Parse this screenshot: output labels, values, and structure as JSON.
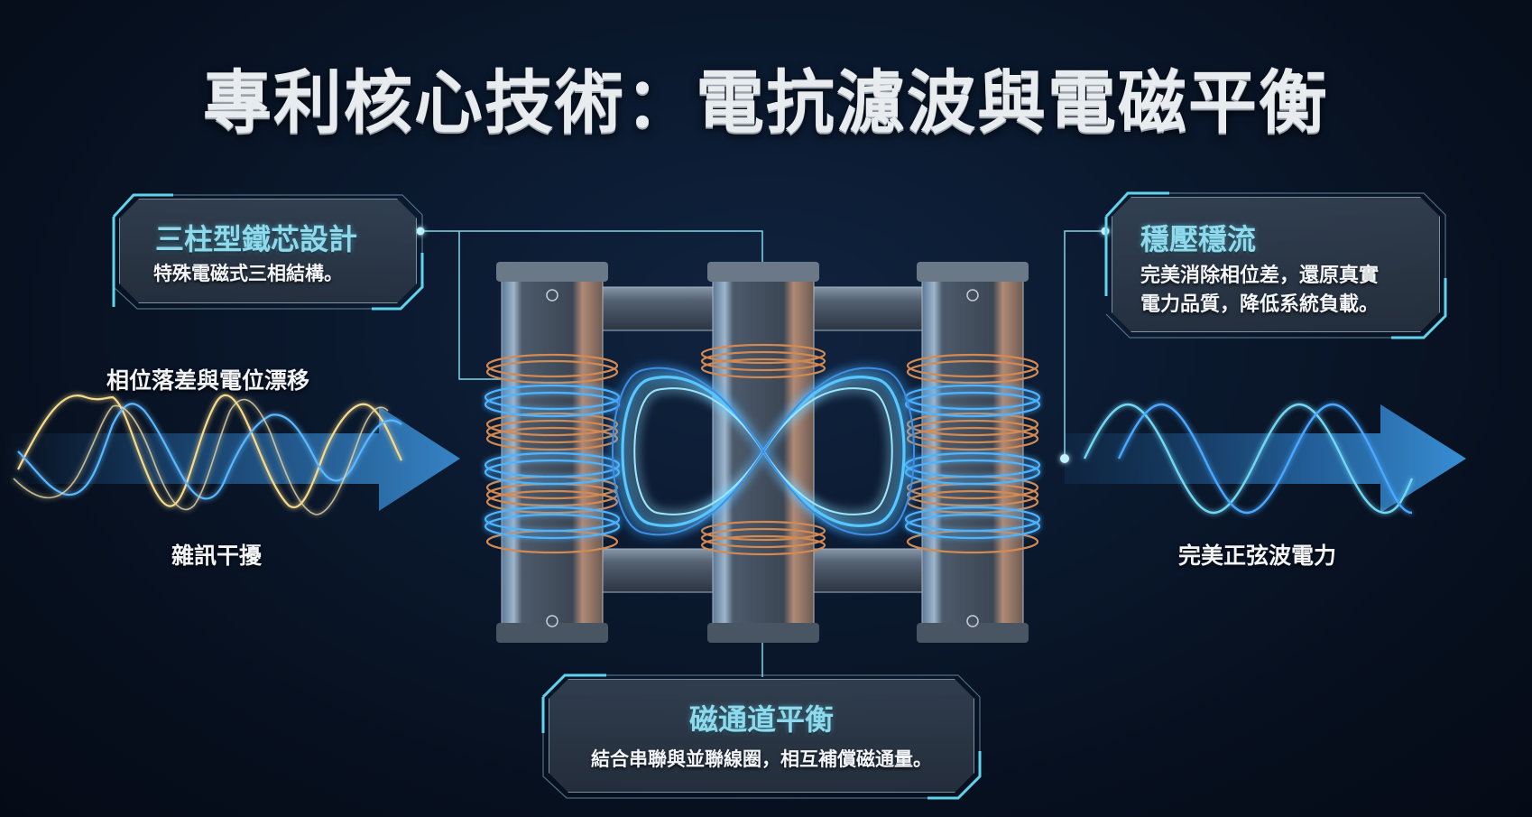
{
  "title": "專利核心技術：電抗濾波與電磁平衡",
  "panels": {
    "core_design": {
      "title": "三柱型鐵芯設計",
      "description": "特殊電磁式三相結構。"
    },
    "stable_output": {
      "title": "穩壓穩流",
      "description_line1": "完美消除相位差，還原真實",
      "description_line2": "電力品質，降低系統負載。"
    },
    "flux_balance": {
      "title": "磁通道平衡",
      "description": "結合串聯與並聯線圈，相互補償磁通量。"
    }
  },
  "input_signal": {
    "label_top": "相位落差與電位漂移",
    "label_bottom": "雜訊干擾"
  },
  "output_signal": {
    "label": "完美正弦波電力"
  },
  "colors": {
    "background": "#07101f",
    "accent_cyan": "#5fd4ec",
    "flux_blue": "#4aa8ff",
    "coil_copper": "#c97a45",
    "noisy_yellow": "#f2d27a",
    "arrow_blue": "#2f7fc8"
  }
}
